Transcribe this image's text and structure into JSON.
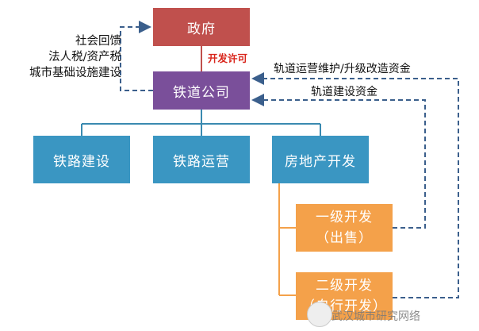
{
  "nodes": {
    "government": "政府",
    "railway_company": "铁道公司",
    "railway_construction": "铁路建设",
    "railway_operation": "铁路运营",
    "real_estate": "房地产开发",
    "primary_dev_line1": "一级开发",
    "primary_dev_line2": "（出售）",
    "secondary_dev_line1": "二级开发",
    "secondary_dev_line2": "（自行开发）"
  },
  "labels": {
    "permit": "开发许可",
    "returns_line1": "社会回馈",
    "returns_line2": "法人税/资产税",
    "returns_line3": "城市基础设施建设",
    "maintenance_funds": "轨道运营维护/升级改造资金",
    "construction_funds": "轨道建设资金"
  },
  "watermark": "武汉城市研究网络",
  "colors": {
    "government": "#c0504d",
    "railway_company": "#7a4f9a",
    "business_units": "#3a96c2",
    "development": "#f4a14a",
    "permit_text": "#d9261c",
    "connector": "#3a8ab0",
    "dashed_arrow": "#3b5f8c"
  }
}
